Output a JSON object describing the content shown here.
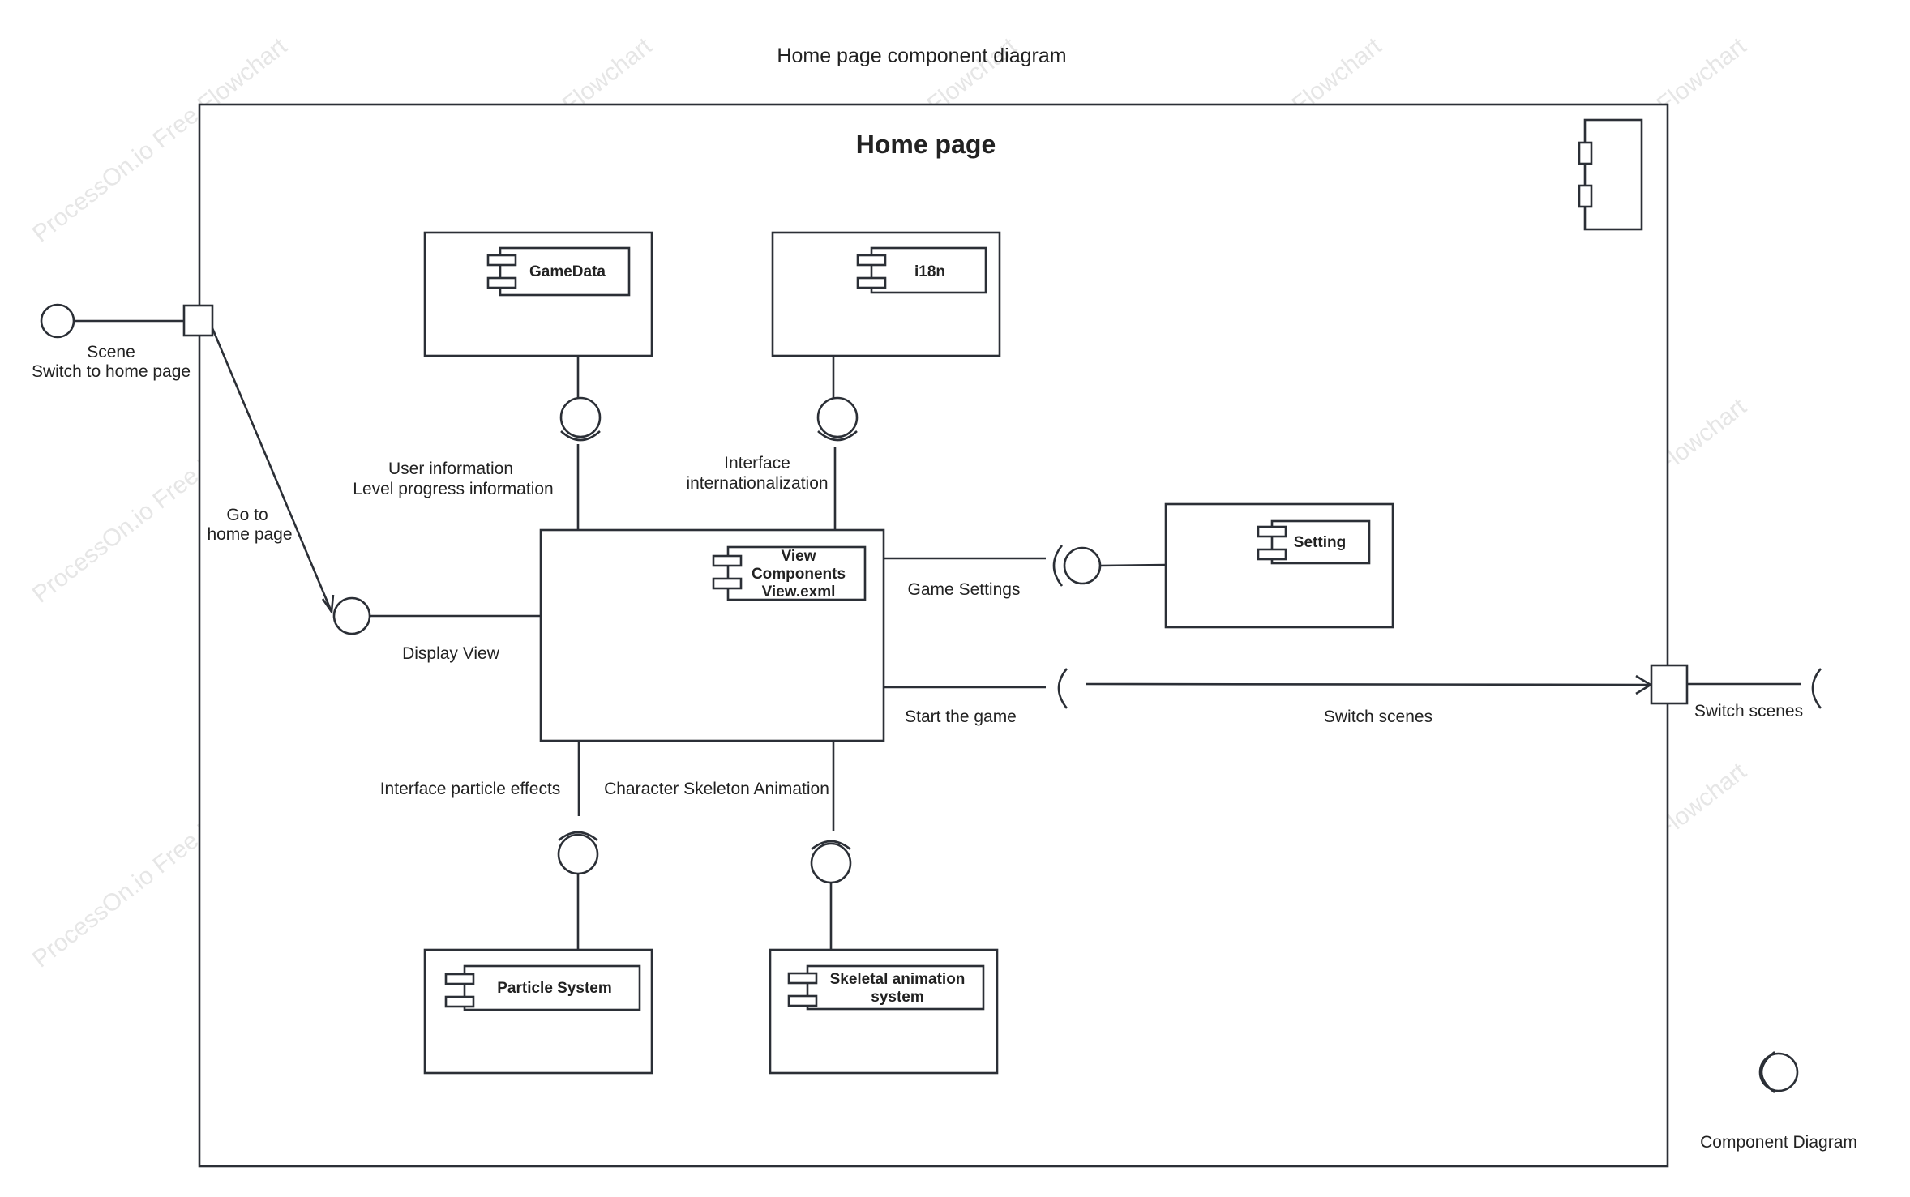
{
  "diagram": {
    "title": "Home page component diagram",
    "frame_title": "Home page",
    "legend_label": "Component Diagram",
    "watermark": "ProcessOn.io Free Flowchart",
    "components": {
      "gamedata": "GameData",
      "i18n": "i18n",
      "view": [
        "View",
        "Components",
        "View.exml"
      ],
      "setting": "Setting",
      "particle": "Particle System",
      "skeletal": [
        "Skeletal animation",
        "system"
      ]
    },
    "labels": {
      "scene": [
        "Scene",
        "Switch to home page"
      ],
      "go_to_home": [
        "Go to",
        "home page"
      ],
      "user_info": [
        "User information",
        "Level progress information"
      ],
      "interface_i18n": [
        "Interface",
        "internationalization"
      ],
      "display_view": "Display View",
      "game_settings": "Game Settings",
      "start_game": "Start the game",
      "switch_scenes_middle": "Switch scenes",
      "switch_scenes_right": "Switch scenes",
      "particle_effects": "Interface particle effects",
      "skeleton_animation": "Character Skeleton Animation"
    },
    "colors": {
      "stroke": "#2b2f36",
      "text": "#222222",
      "watermark": "#e6e6e6"
    }
  }
}
